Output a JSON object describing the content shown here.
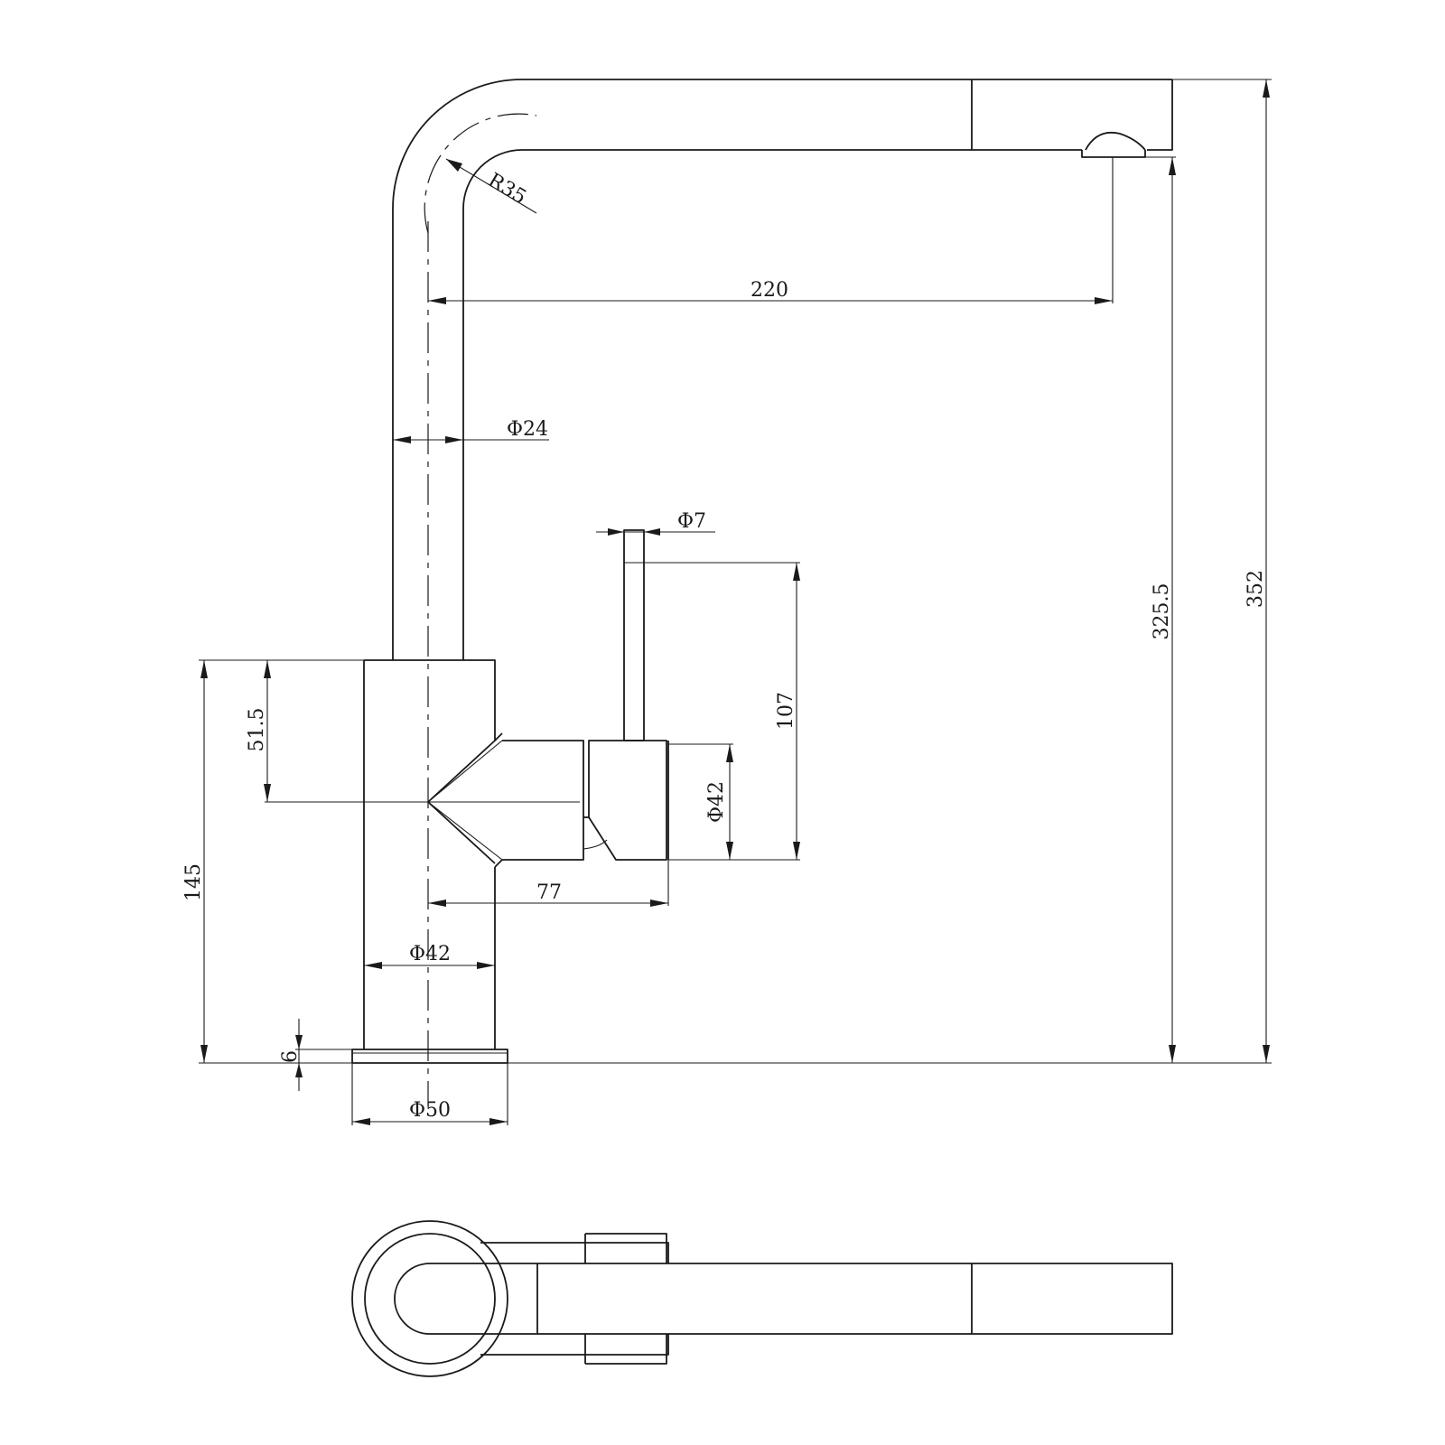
{
  "drawing": {
    "colors": {
      "line": "#1a1a1a",
      "background": "#ffffff"
    },
    "dimensions": {
      "radius": "R35",
      "spout_reach": "220",
      "tube_diameter": "Φ24",
      "lever_diameter": "Φ7",
      "lever_height": "107",
      "handle_diameter": "Φ42",
      "body_top_offset": "51.5",
      "body_height": "145",
      "handle_reach": "77",
      "body_diameter": "Φ42",
      "base_thickness": "6",
      "base_diameter": "Φ50",
      "outlet_height": "325.5",
      "overall_height": "352"
    }
  }
}
